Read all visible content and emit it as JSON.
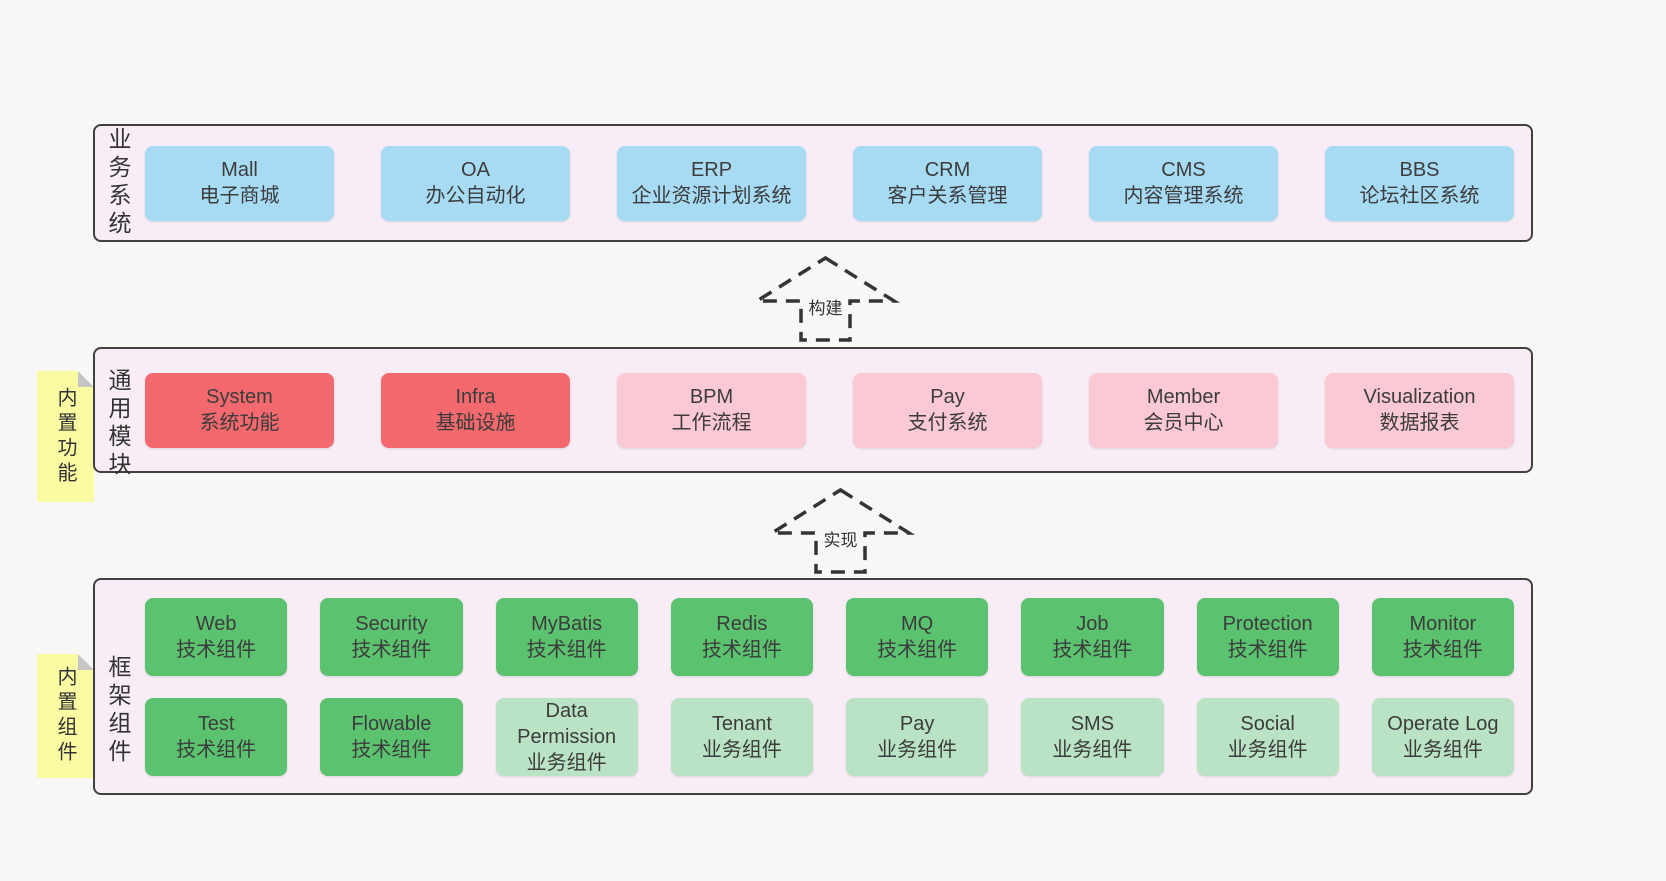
{
  "colors": {
    "page-bg": "#f7f7f7",
    "panel-bg": "#f8edf6",
    "panel-border": "#404040",
    "blue": "#a7dbf4",
    "red": "#f3696d",
    "pink": "#fbc9d4",
    "green": "#5bc36f",
    "lightgreen": "#b9e3c4",
    "yellow": "#fafaa3",
    "fold": "#c5c5c5",
    "text": "#3c3c3c",
    "dash": "#343434"
  },
  "sections": [
    {
      "label": "业务系统",
      "rows": [
        [
          {
            "title": "Mall",
            "subtitle": "电子商城",
            "variant": "blue"
          },
          {
            "title": "OA",
            "subtitle": "办公自动化",
            "variant": "blue"
          },
          {
            "title": "ERP",
            "subtitle": "企业资源计划系统",
            "variant": "blue"
          },
          {
            "title": "CRM",
            "subtitle": "客户关系管理",
            "variant": "blue"
          },
          {
            "title": "CMS",
            "subtitle": "内容管理系统",
            "variant": "blue"
          },
          {
            "title": "BBS",
            "subtitle": "论坛社区系统",
            "variant": "blue"
          }
        ]
      ]
    },
    {
      "label": "通用模块",
      "note": "内置功能",
      "rows": [
        [
          {
            "title": "System",
            "subtitle": "系统功能",
            "variant": "red"
          },
          {
            "title": "Infra",
            "subtitle": "基础设施",
            "variant": "red"
          },
          {
            "title": "BPM",
            "subtitle": "工作流程",
            "variant": "pink"
          },
          {
            "title": "Pay",
            "subtitle": "支付系统",
            "variant": "pink"
          },
          {
            "title": "Member",
            "subtitle": "会员中心",
            "variant": "pink"
          },
          {
            "title": "Visualization",
            "subtitle": "数据报表",
            "variant": "pink"
          }
        ]
      ]
    },
    {
      "label": "框架组件",
      "note": "内置组件",
      "rows": [
        [
          {
            "title": "Web",
            "subtitle": "技术组件",
            "variant": "green"
          },
          {
            "title": "Security",
            "subtitle": "技术组件",
            "variant": "green"
          },
          {
            "title": "MyBatis",
            "subtitle": "技术组件",
            "variant": "green"
          },
          {
            "title": "Redis",
            "subtitle": "技术组件",
            "variant": "green"
          },
          {
            "title": "MQ",
            "subtitle": "技术组件",
            "variant": "green"
          },
          {
            "title": "Job",
            "subtitle": "技术组件",
            "variant": "green"
          },
          {
            "title": "Protection",
            "subtitle": "技术组件",
            "variant": "green"
          },
          {
            "title": "Monitor",
            "subtitle": "技术组件",
            "variant": "green"
          }
        ],
        [
          {
            "title": "Test",
            "subtitle": "技术组件",
            "variant": "green"
          },
          {
            "title": "Flowable",
            "subtitle": "技术组件",
            "variant": "green"
          },
          {
            "title": "Data Permission",
            "subtitle": "业务组件",
            "variant": "lightgreen"
          },
          {
            "title": "Tenant",
            "subtitle": "业务组件",
            "variant": "lightgreen"
          },
          {
            "title": "Pay",
            "subtitle": "业务组件",
            "variant": "lightgreen"
          },
          {
            "title": "SMS",
            "subtitle": "业务组件",
            "variant": "lightgreen"
          },
          {
            "title": "Social",
            "subtitle": "业务组件",
            "variant": "lightgreen"
          },
          {
            "title": "Operate Log",
            "subtitle": "业务组件",
            "variant": "lightgreen"
          }
        ]
      ]
    }
  ],
  "arrows": [
    {
      "label": "构建"
    },
    {
      "label": "实现"
    }
  ]
}
